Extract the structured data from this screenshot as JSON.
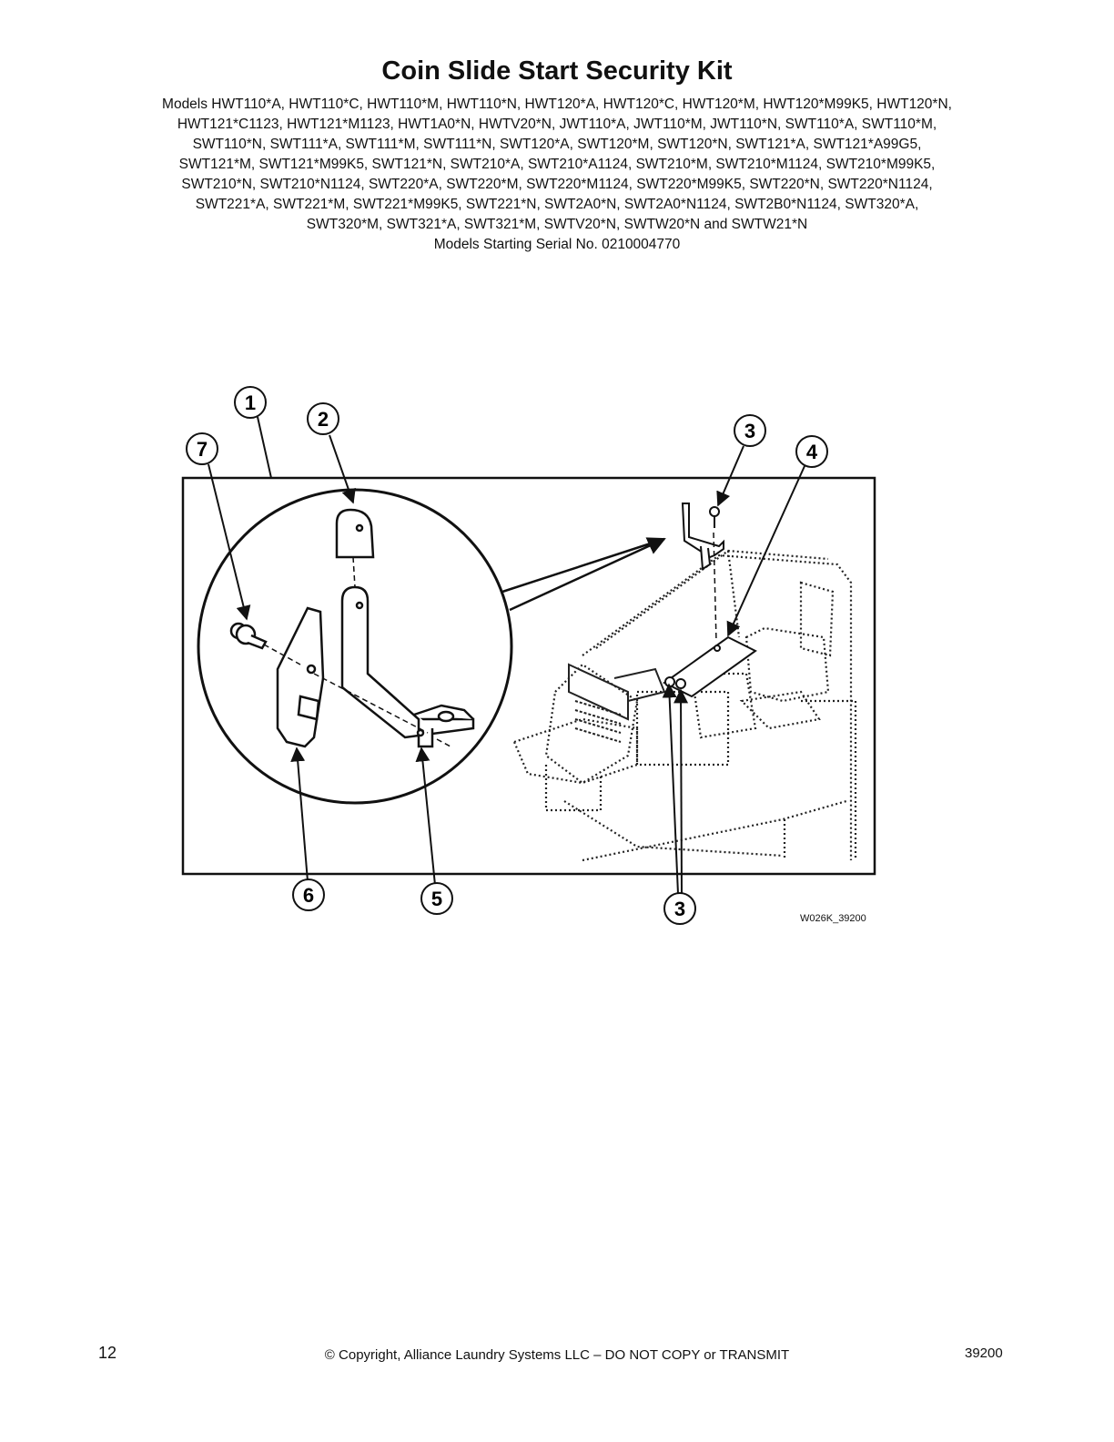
{
  "title": "Coin Slide Start Security Kit",
  "models_lines": [
    "Models HWT110*A, HWT110*C, HWT110*M, HWT110*N, HWT120*A, HWT120*C, HWT120*M, HWT120*M99K5, HWT120*N,",
    "HWT121*C1123, HWT121*M1123, HWT1A0*N, HWTV20*N, JWT110*A, JWT110*M, JWT110*N, SWT110*A, SWT110*M,",
    "SWT110*N, SWT111*A, SWT111*M, SWT111*N, SWT120*A, SWT120*M, SWT120*N, SWT121*A, SWT121*A99G5,",
    "SWT121*M, SWT121*M99K5, SWT121*N, SWT210*A, SWT210*A1124, SWT210*M, SWT210*M1124, SWT210*M99K5,",
    "SWT210*N, SWT210*N1124, SWT220*A, SWT220*M, SWT220*M1124, SWT220*M99K5, SWT220*N, SWT220*N1124,",
    "SWT221*A, SWT221*M, SWT221*M99K5, SWT221*N, SWT2A0*N, SWT2A0*N1124, SWT2B0*N1124, SWT320*A,",
    "SWT320*M, SWT321*A, SWT321*M, SWTV20*N, SWTW20*N and SWTW21*N"
  ],
  "serial_line": "Models Starting Serial No. 0210004770",
  "figure": {
    "callouts": [
      "1",
      "2",
      "3",
      "4",
      "7",
      "6",
      "5",
      "3"
    ],
    "figure_code": "W026K_39200"
  },
  "footer": {
    "page_number": "12",
    "copyright": "© Copyright, Alliance Laundry Systems LLC – DO NOT COPY or TRANSMIT",
    "doc_number": "39200"
  }
}
